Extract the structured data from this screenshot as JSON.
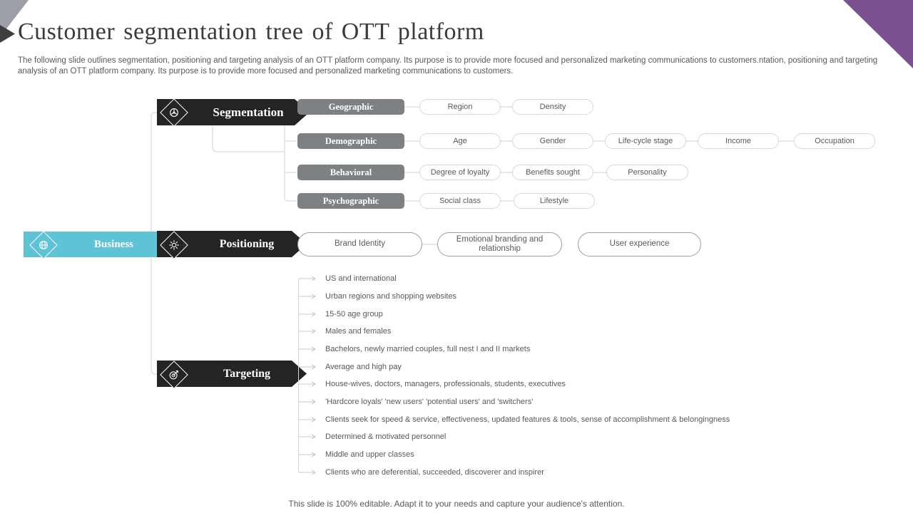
{
  "slide": {
    "title": "Customer segmentation tree of OTT platform",
    "description": "The following slide outlines segmentation, positioning and targeting analysis of an OTT platform company. Its purpose is to provide more focused and personalized marketing communications to customers.ntation, positioning and targeting analysis of an OTT platform company. Its purpose is to provide more focused and personalized marketing communications to customers.",
    "footer": "This slide is 100% editable. Adapt it to your needs and capture your audience's attention."
  },
  "root": {
    "label": "Business"
  },
  "branches": {
    "segmentation": {
      "label": "Segmentation",
      "rows": [
        {
          "category": "Geographic",
          "items": [
            "Region",
            "Density"
          ]
        },
        {
          "category": "Demographic",
          "items": [
            "Age",
            "Gender",
            "Life-cycle stage",
            "Income",
            "Occupation"
          ]
        },
        {
          "category": "Behavioral",
          "items": [
            "Degree of loyalty",
            "Benefits sought",
            "Personality"
          ]
        },
        {
          "category": "Psychographic",
          "items": [
            "Social class",
            "Lifestyle"
          ]
        }
      ]
    },
    "positioning": {
      "label": "Positioning",
      "items": [
        "Brand Identity",
        "Emotional branding and relationship",
        "User experience"
      ]
    },
    "targeting": {
      "label": "Targeting",
      "items": [
        "US and international",
        "Urban regions and shopping websites",
        "15-50 age group",
        "Males and females",
        "Bachelors, newly married couples, full nest I and II markets",
        "Average and high pay",
        "House-wives, doctors, managers, professionals, students, executives",
        "'Hardcore loyals' 'new users' 'potential users' and 'switchers'",
        "Clients seek for speed & service, effectiveness, updated features & tools, sense of accomplishment & belongingness",
        "Determined & motivated personnel",
        "Middle and upper classes",
        "Clients who are deferential, succeeded, discoverer and inspirer"
      ]
    }
  },
  "colors": {
    "accent_teal": "#5fc3d6",
    "node_dark": "#242424",
    "category_gray": "#7e8184",
    "connector_gray": "#d9d9d9",
    "corner_purple": "#7a5290",
    "corner_gray": "#9aa0a5",
    "body_text": "#595959"
  }
}
